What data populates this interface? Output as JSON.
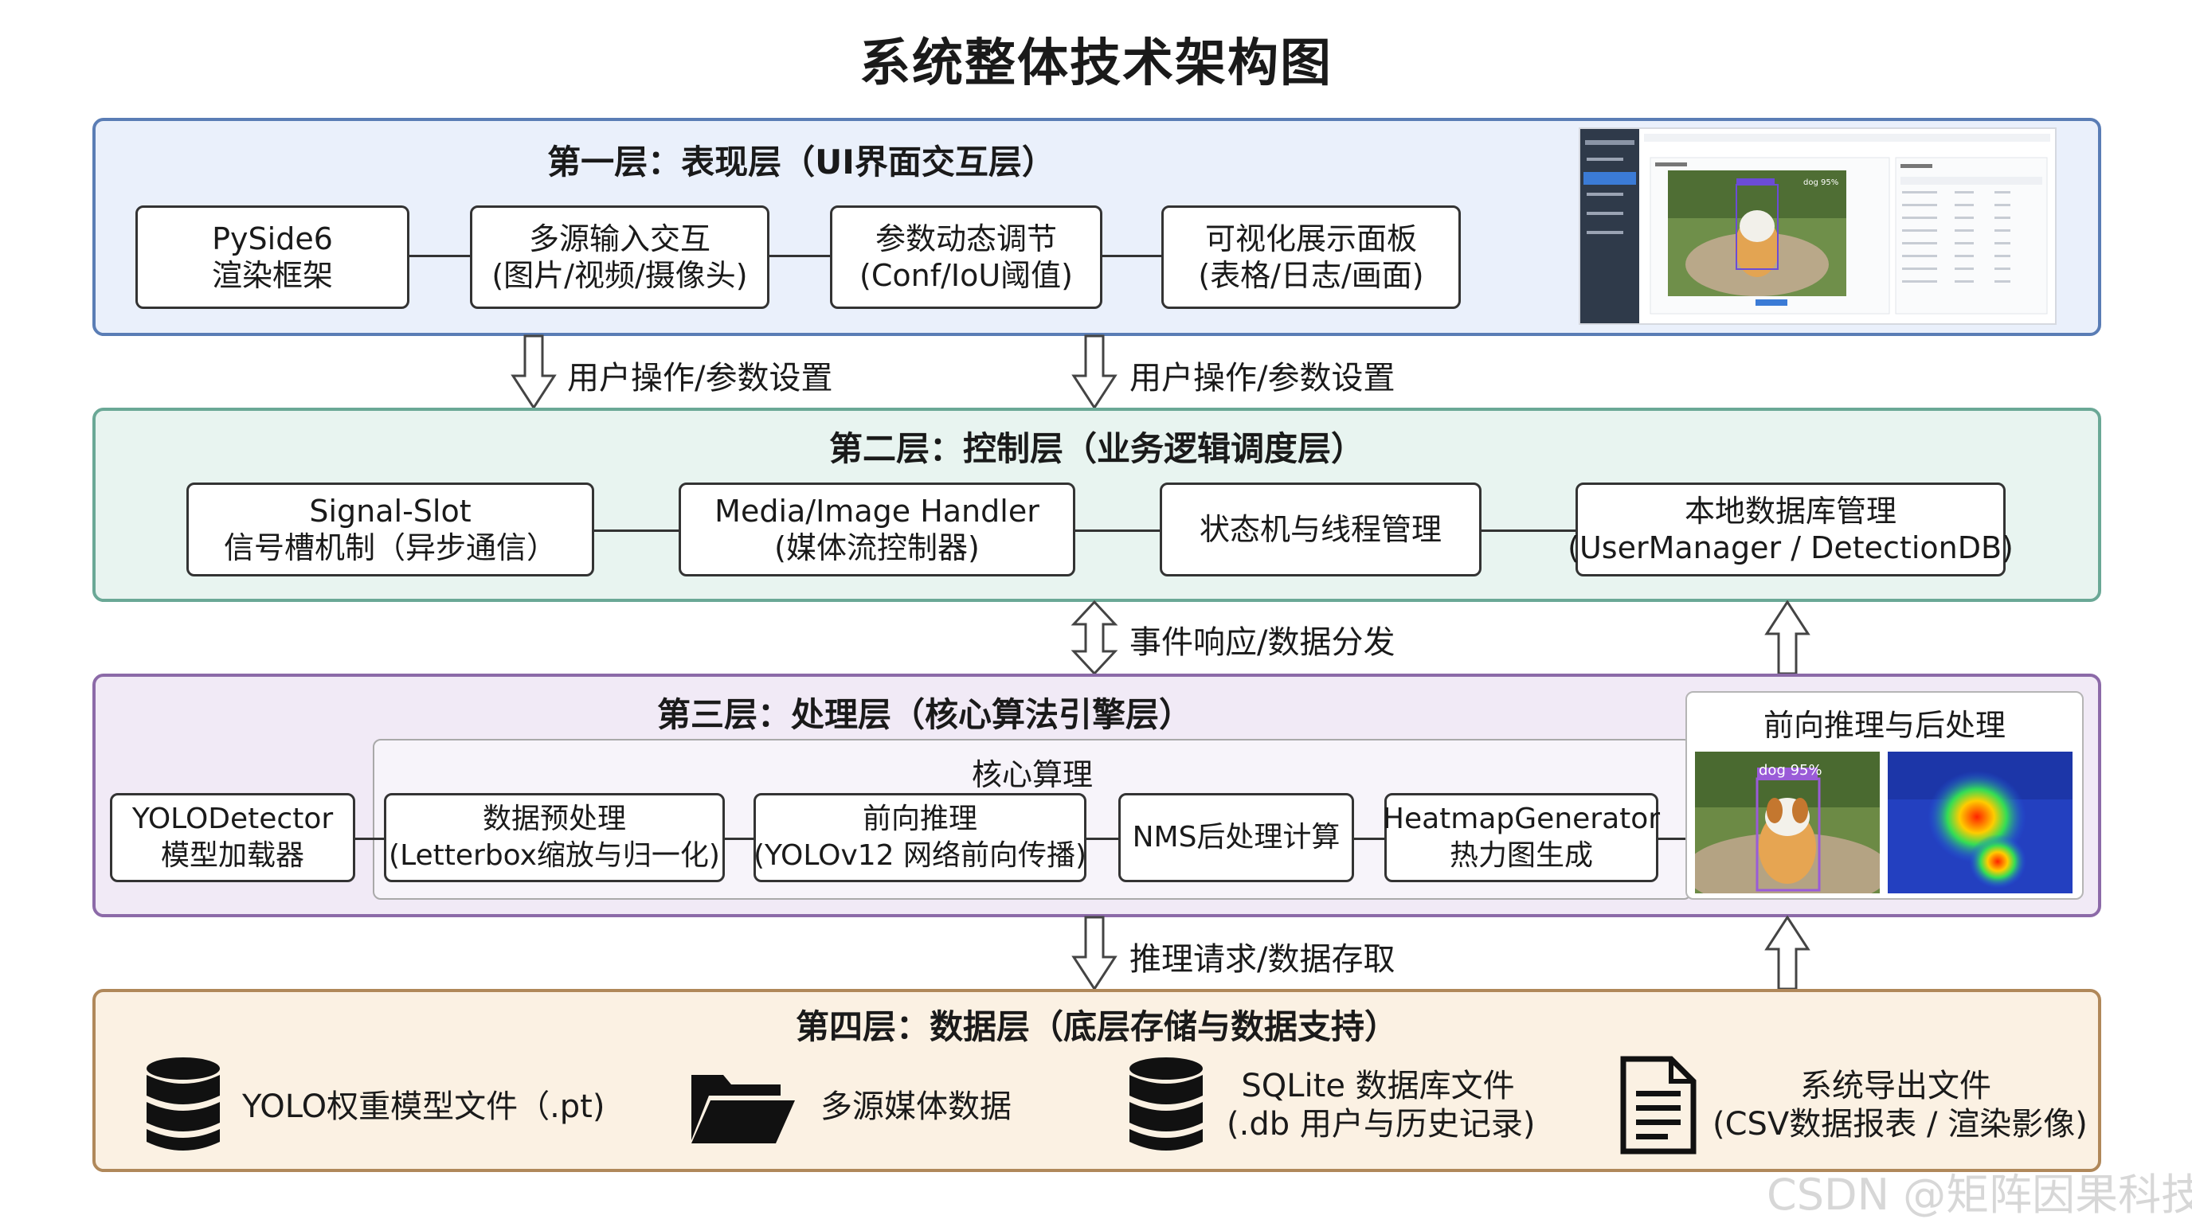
{
  "title": "系统整体技术架构图",
  "layer1": {
    "title": "第一层：表现层（UI界面交互层）",
    "boxes": [
      {
        "l1": "PySide6",
        "l2": "渲染框架"
      },
      {
        "l1": "多源输入交互",
        "l2": "(图片/视频/摄像头)"
      },
      {
        "l1": "参数动态调节",
        "l2": "(Conf/IoU阈值)"
      },
      {
        "l1": "可视化展示面板",
        "l2": "(表格/日志/画面)"
      }
    ],
    "screenshot": {
      "detect_label": "dog 95%"
    }
  },
  "arrow12": {
    "label_left": "用户操作/参数设置",
    "label_right": "用户操作/参数设置"
  },
  "layer2": {
    "title": "第二层：控制层（业务逻辑调度层）",
    "boxes": [
      {
        "l1": "Signal-Slot",
        "l2": "信号槽机制（异步通信）"
      },
      {
        "l1": "Media/Image Handler",
        "l2": "(媒体流控制器)"
      },
      {
        "l1": "状态机与线程管理",
        "l2": ""
      },
      {
        "l1": "本地数据库管理",
        "l2": "(UserManager / DetectionDB)"
      }
    ]
  },
  "arrow23": {
    "label": "事件响应/数据分发"
  },
  "layer3": {
    "title": "第三层：处理层（核心算法引擎层）",
    "core_title": "核心算理",
    "boxes": [
      {
        "l1": "YOLODetector",
        "l2": "模型加载器"
      },
      {
        "l1": "数据预处理",
        "l2": "(Letterbox缩放与归一化)"
      },
      {
        "l1": "前向推理",
        "l2": "(YOLOv12 网络前向传播)"
      },
      {
        "l1": "NMS后处理计算",
        "l2": ""
      },
      {
        "l1": "HeatmapGenerator",
        "l2": "热力图生成"
      }
    ],
    "post_title": "前向推理与后处理",
    "detect_label": "dog 95%"
  },
  "arrow34": {
    "label": "推理请求/数据存取"
  },
  "layer4": {
    "title": "第四层：数据层（底层存储与数据支持）",
    "items": [
      {
        "icon": "database-icon",
        "l1": "YOLO权重模型文件（.pt)",
        "l2": ""
      },
      {
        "icon": "folder-icon",
        "l1": "多源媒体数据",
        "l2": ""
      },
      {
        "icon": "database-icon",
        "l1": "SQLite 数据库文件",
        "l2": "(.db 用户与历史记录)"
      },
      {
        "icon": "document-icon",
        "l1": "系统导出文件",
        "l2": "(CSV数据报表 / 渲染影像)"
      }
    ]
  },
  "watermark": "CSDN @矩阵因果科技"
}
